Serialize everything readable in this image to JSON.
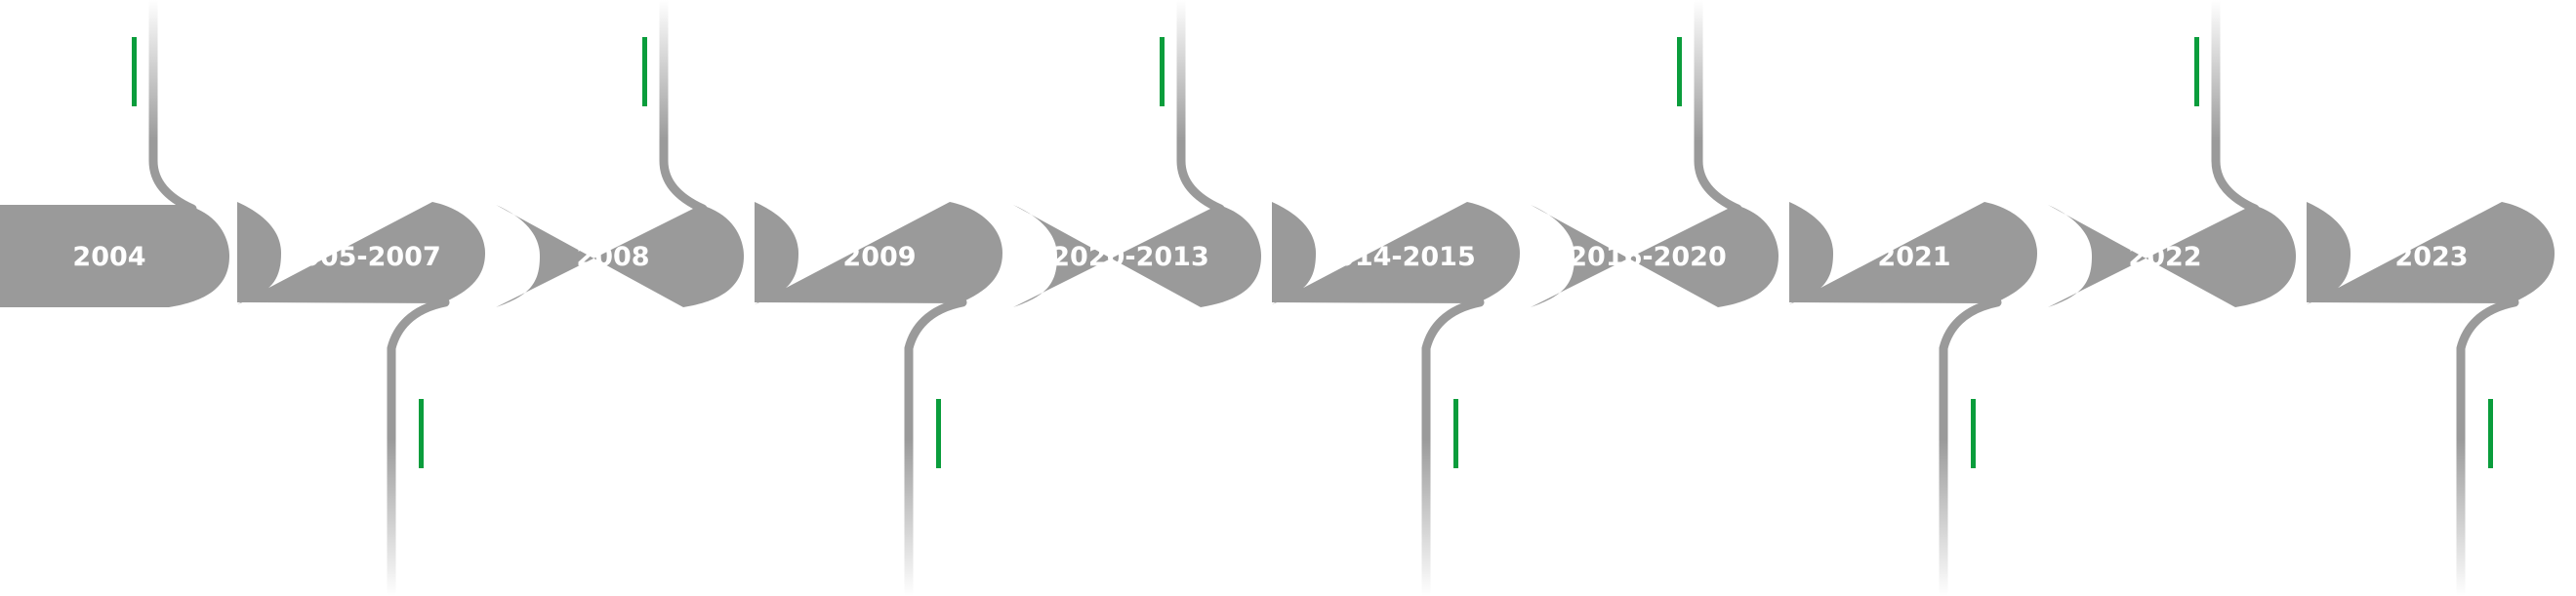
{
  "timeline": {
    "items": [
      {
        "label": "2004",
        "side": "top"
      },
      {
        "label": "2005-2007",
        "side": "bottom"
      },
      {
        "label": "2008",
        "side": "top"
      },
      {
        "label": "2009",
        "side": "bottom"
      },
      {
        "label": "2020-2013",
        "side": "top"
      },
      {
        "label": "2014-2015",
        "side": "bottom"
      },
      {
        "label": "2016-2020",
        "side": "top"
      },
      {
        "label": "2021",
        "side": "bottom"
      },
      {
        "label": "2022",
        "side": "top"
      },
      {
        "label": "2023",
        "side": "bottom"
      }
    ]
  },
  "colors": {
    "segment": "#9a9a9a",
    "accent": "#0a9d3c",
    "text": "#ffffff"
  }
}
